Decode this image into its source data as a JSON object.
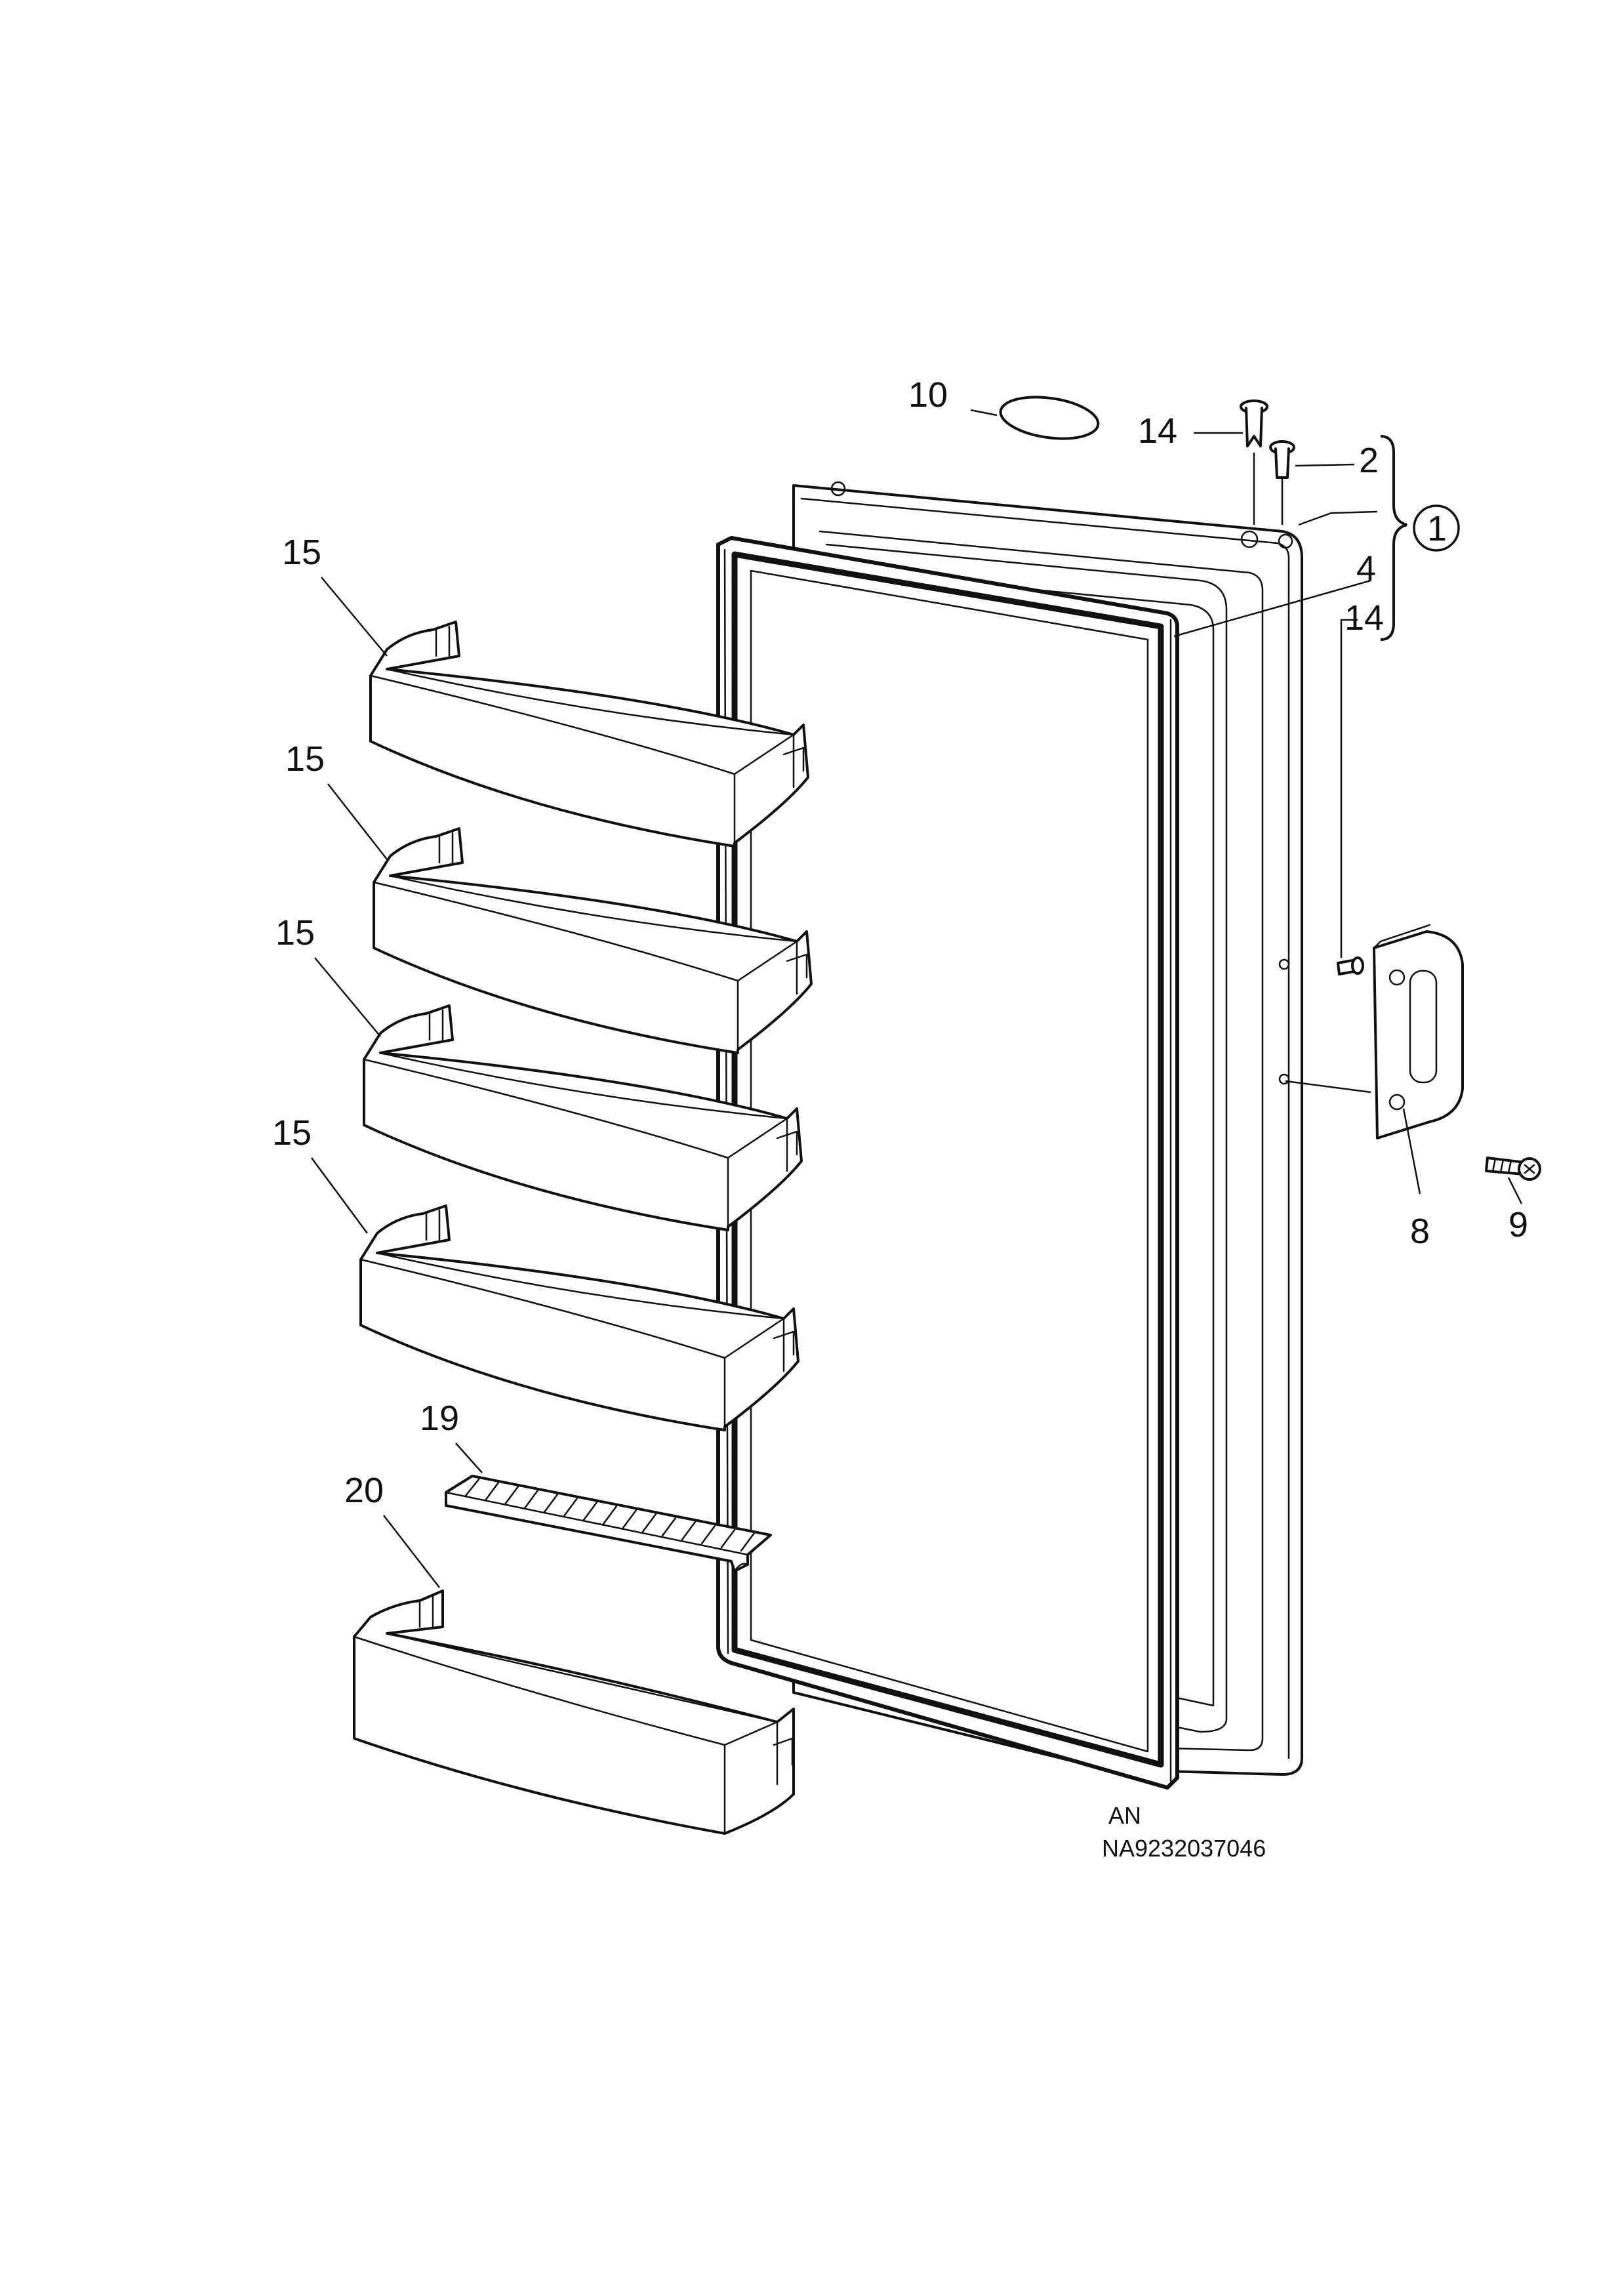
{
  "callouts": {
    "gasket_clip": "10",
    "pin_top": "14",
    "pin_side": "14",
    "hinge_pin": "2",
    "door_assembly": "1",
    "door_gasket": "4",
    "shelf_1": "15",
    "shelf_2": "15",
    "shelf_3": "15",
    "shelf_4": "15",
    "grille": "19",
    "bottom_shelf": "20",
    "handle": "8",
    "screw": "9"
  },
  "drawing_code": {
    "line1": "AN",
    "line2": "NA9232037046"
  }
}
